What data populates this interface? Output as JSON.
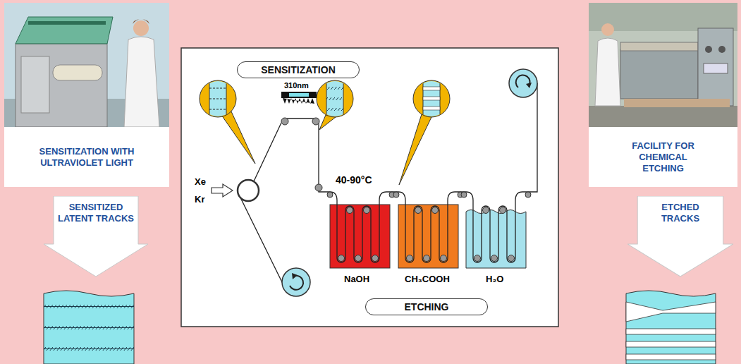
{
  "diagram": {
    "nodes": [
      {
        "text": [
          "SENSITIZATION WITH ULTRAVIOLET LIGHT"
        ]
      },
      {
        "text": [
          "SENSITIZED LATENT TRACKS"
        ]
      },
      {
        "text": [
          "SENSITIZATION"
        ]
      },
      {
        "text": [
          "ETCHING"
        ]
      },
      {
        "text": [
          "FACILITY FOR CHEMICAL ETCHING"
        ]
      },
      {
        "text": [
          "ETCHED TRACKS"
        ]
      }
    ],
    "labels": [
      "310nm",
      "Xe",
      "Kr",
      "40-90°C",
      "NaOH",
      "CH₃COOH",
      "H₂O"
    ]
  }
}
